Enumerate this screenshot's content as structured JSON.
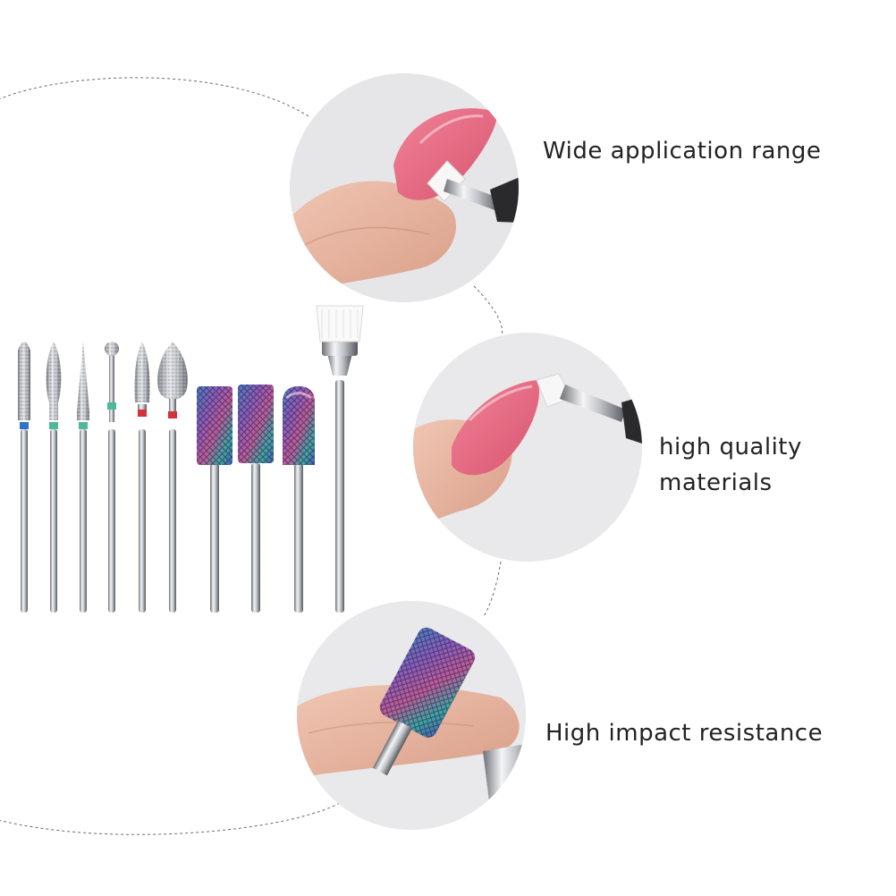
{
  "features": [
    {
      "label_lines": [
        "Wide application range"
      ]
    },
    {
      "label_lines": [
        "high quality",
        "materials"
      ]
    },
    {
      "label_lines": [
        "High impact resistance"
      ]
    }
  ],
  "bits": {
    "diamond_bits": [
      {
        "shape": "flame-cylinder",
        "band_color": "#2f73c9"
      },
      {
        "shape": "pointed-flame",
        "band_color": "#4fb89a"
      },
      {
        "shape": "needle",
        "band_color": "#4fb89a"
      },
      {
        "shape": "ball",
        "band_color": "#4fb89a"
      },
      {
        "shape": "bullet",
        "band_color": "#d4323b"
      },
      {
        "shape": "large-flame",
        "band_color": "#d4323b"
      }
    ],
    "carbide_bits": [
      {
        "shape": "barrel"
      },
      {
        "shape": "small-barrel"
      },
      {
        "shape": "safety-dome"
      }
    ],
    "brush_bit": {
      "shape": "cleaning-brush"
    }
  },
  "colors": {
    "nail_pink": "#e86a7f",
    "skin": "#e9b9a5",
    "metal": "#b9bcc1",
    "iridescent_purple": "#7a5ab8",
    "iridescent_teal": "#3e9ea8",
    "circle_background": "#e8e8ea",
    "dashed_line": "#6b6b6b"
  }
}
